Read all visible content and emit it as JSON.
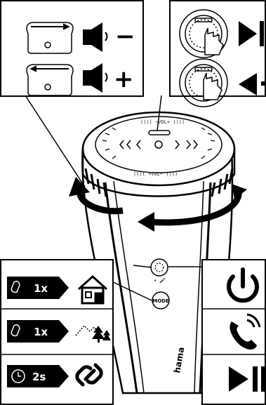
{
  "speaker": {
    "brand": "hama",
    "mode_label": "MODE",
    "vol_top_text": "(((( −VOL+ ))))",
    "vol_bottom_text": "(((( +VOL− ))))",
    "mic_label": "•  🎤"
  },
  "volume_panel": {
    "rows": [
      {
        "action": "twist-left",
        "result": "volume-down",
        "symbol": "−"
      },
      {
        "action": "twist-right",
        "result": "volume-up",
        "symbol": "+"
      }
    ]
  },
  "touch_panel": {
    "rows": [
      {
        "gesture": "tap",
        "result": "play-pause"
      },
      {
        "gesture": "swipe",
        "result": "previous-track"
      }
    ]
  },
  "mode_panel": {
    "rows": [
      {
        "press": "1x",
        "result": "home"
      },
      {
        "press": "1x",
        "result": "outdoor-mode"
      },
      {
        "press": "2s",
        "result": "pairing-link"
      }
    ]
  },
  "power_panel": {
    "rows": [
      {
        "result": "power"
      },
      {
        "result": "call"
      },
      {
        "result": "play-pause"
      }
    ]
  },
  "colors": {
    "ink": "#000000",
    "panel": "#ffffff",
    "accent_bg": "#000000"
  }
}
